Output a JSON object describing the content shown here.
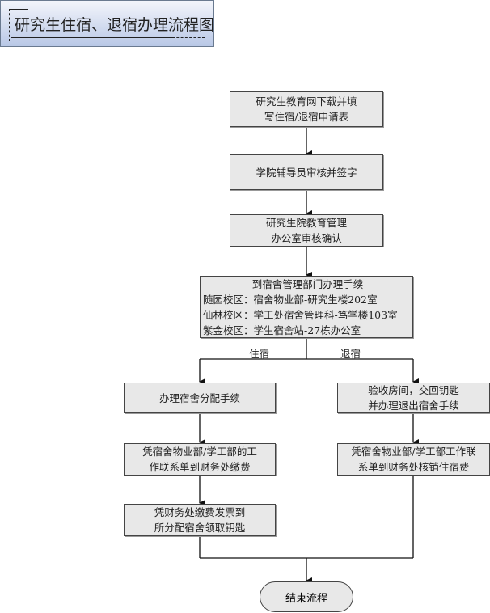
{
  "title": "研究生住宿、退宿办理流程图",
  "steps": {
    "s1": [
      "研究生教育网下载并填",
      "写住宿/退宿申请表"
    ],
    "s2": [
      "学院辅导员审核并签字"
    ],
    "s3": [
      "研究生院教育管理",
      "办公室审核确认"
    ],
    "s4": {
      "heading": "到宿舍管理部门办理手续",
      "lines": [
        "随园校区：宿舍物业部-研究生楼202室",
        "仙林校区：学工处宿舍管理科-笃学楼103室",
        "紫金校区：学生宿舍站-27栋办公室"
      ]
    }
  },
  "branches": {
    "left": "住宿",
    "right": "退宿"
  },
  "left_steps": {
    "l1": [
      "办理宿舍分配手续"
    ],
    "l2": [
      "凭宿舍物业部/学工部的工",
      "作联系单到财务处缴费"
    ],
    "l3": [
      "凭财务处缴费发票到",
      "所分配宿舍领取钥匙"
    ]
  },
  "right_steps": {
    "r1": [
      "验收房间，交回钥匙",
      "并办理退出宿舍手续"
    ],
    "r2": [
      "凭宿舍物业部/学工部工作联",
      "系单到财务处核销住宿费"
    ]
  },
  "end": "结束流程"
}
